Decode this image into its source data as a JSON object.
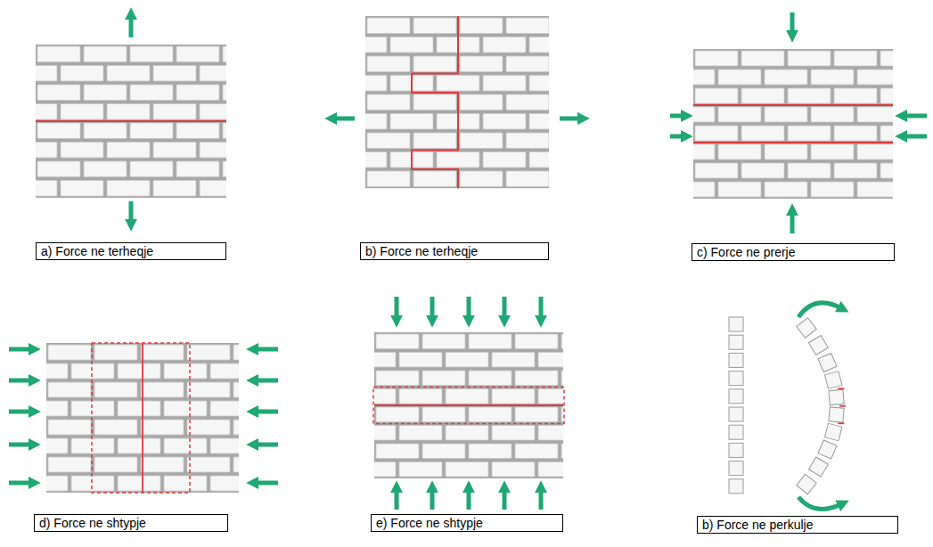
{
  "diagram": {
    "nodes": [
      {
        "text": [
          "a) Force ne terheqje"
        ]
      },
      {
        "text": [
          "b) Force ne terheqje"
        ]
      },
      {
        "text": [
          "c) Force ne prerje"
        ]
      },
      {
        "text": [
          "d) Force ne shtypje"
        ]
      },
      {
        "text": [
          "e) Force ne shtypje"
        ]
      },
      {
        "text": [
          "b) Force ne perkulje"
        ]
      }
    ]
  }
}
